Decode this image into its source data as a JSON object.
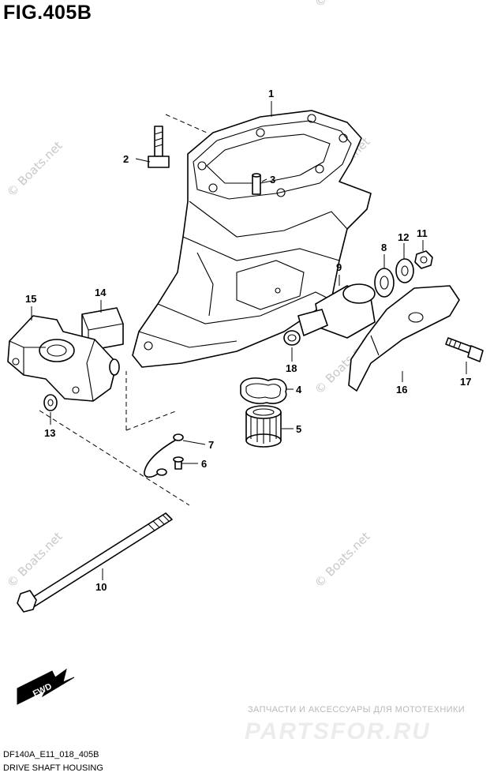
{
  "figure": {
    "title": "FIG.405B",
    "code": "DF140A_E11_018_405B",
    "caption": "DRIVE SHAFT HOUSING"
  },
  "callouts": [
    {
      "id": "c1",
      "text": "1"
    },
    {
      "id": "c2",
      "text": "2"
    },
    {
      "id": "c3",
      "text": "3"
    },
    {
      "id": "c4",
      "text": "4"
    },
    {
      "id": "c5",
      "text": "5"
    },
    {
      "id": "c6",
      "text": "6"
    },
    {
      "id": "c7",
      "text": "7"
    },
    {
      "id": "c8",
      "text": "8"
    },
    {
      "id": "c9",
      "text": "9"
    },
    {
      "id": "c10",
      "text": "10"
    },
    {
      "id": "c11",
      "text": "11"
    },
    {
      "id": "c12",
      "text": "12"
    },
    {
      "id": "c13",
      "text": "13"
    },
    {
      "id": "c14",
      "text": "14"
    },
    {
      "id": "c15",
      "text": "15"
    },
    {
      "id": "c16",
      "text": "16"
    },
    {
      "id": "c17",
      "text": "17"
    },
    {
      "id": "c18",
      "text": "18"
    }
  ],
  "direction_badge": "FWD",
  "watermark": "© Boats.net",
  "promo": {
    "tagline": "ЗАПЧАСТИ И АКСЕССУАРЫ ДЛЯ МОТОТЕХНИКИ",
    "brand": "PARTSFOR.RU"
  }
}
